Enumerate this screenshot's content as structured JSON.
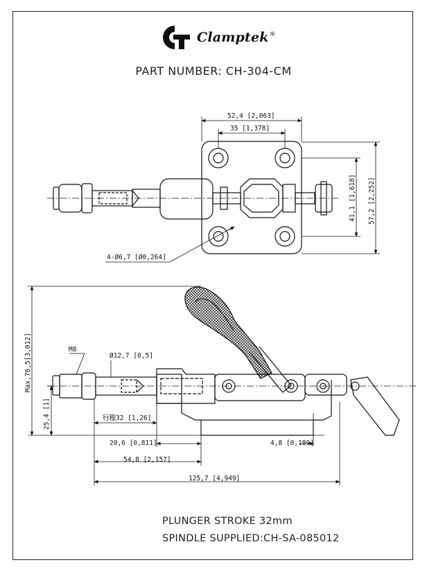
{
  "brand": {
    "name": "Clamptek",
    "reg_mark": "®"
  },
  "title": {
    "part_number": "PART NUMBER: CH-304-CM"
  },
  "notes": {
    "plunger_stroke": "PLUNGER STROKE   32mm",
    "spindle": "SPINDLE SUPPLIED:CH-SA-085012"
  },
  "top_view": {
    "dim_width_outer": "52,4 [2,063]",
    "dim_width_inner": "35 [1,378]",
    "dim_height_inner": "41,1 [1,618]",
    "dim_height_outer": "57,2 [2,252]",
    "dim_holes": "4-Ø6,7 [Ø0,264]"
  },
  "side_view": {
    "dim_max_height": "Max,76,5[3,012]",
    "dim_thread": "M8",
    "dim_plunger_dia": "Ø12,7 [0,5]",
    "dim_center_height": "25,4 [1]",
    "dim_stroke": "行程32 [1,26]",
    "dim_20_6": "20,6 [0,811]",
    "dim_4_8": "4,8 [0,189]",
    "dim_54_8": "54,8 [2,157]",
    "dim_125_7": "125,7 [4,949]"
  }
}
